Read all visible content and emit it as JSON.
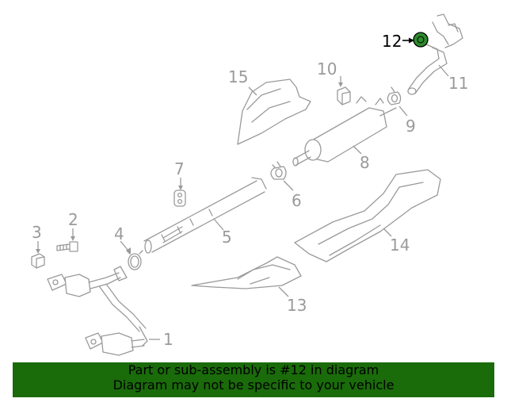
{
  "diagram": {
    "highlight_part": "12",
    "highlight_color": "#2e8b2e",
    "line_color": "#9a9a9a",
    "callouts": [
      "1",
      "2",
      "3",
      "4",
      "5",
      "6",
      "7",
      "8",
      "9",
      "10",
      "11",
      "12",
      "13",
      "14",
      "15"
    ]
  },
  "banner": {
    "background": "#1a6b0a",
    "line1": "Part or sub-assembly is #12 in diagram",
    "line2": "Diagram may not be specific to your vehicle"
  }
}
